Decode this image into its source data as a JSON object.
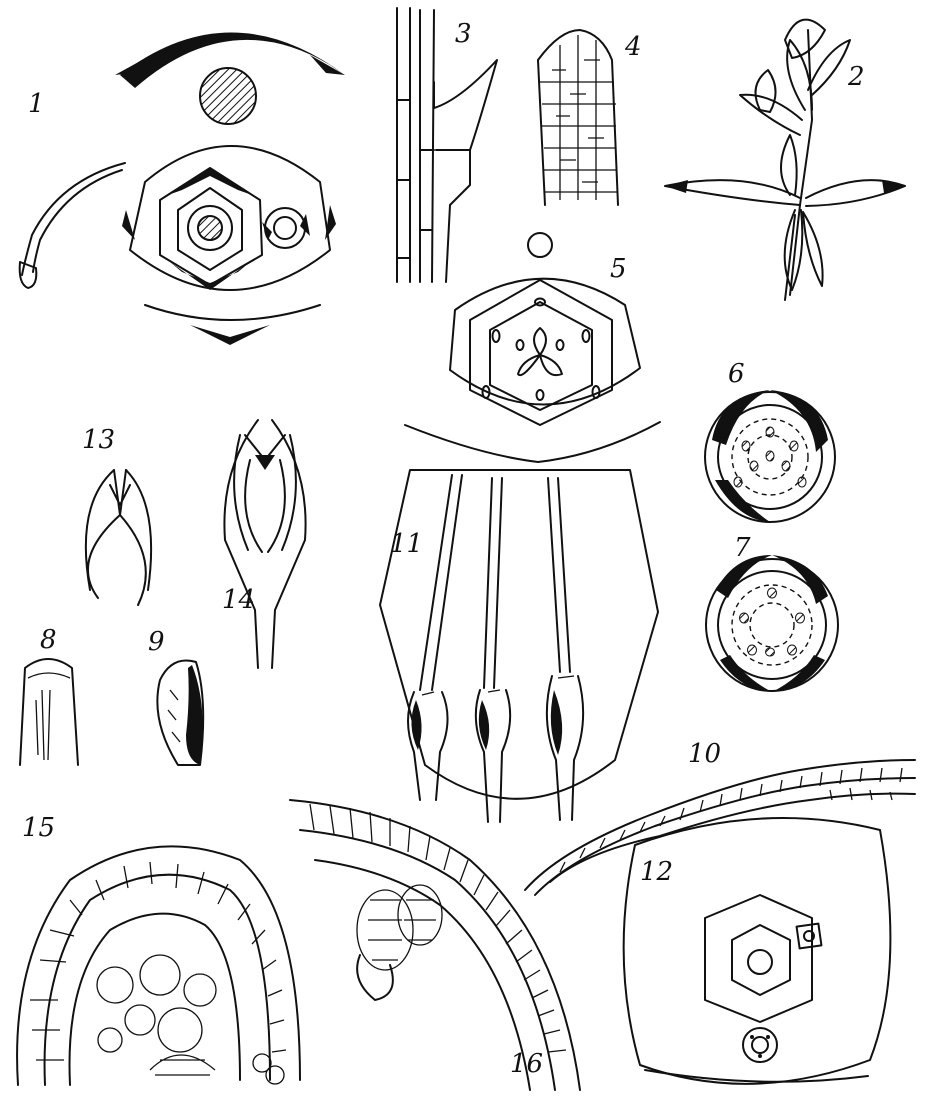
{
  "plate": {
    "background": "#ffffff",
    "ink": "#111111",
    "figure_numbers": [
      "1",
      "2",
      "3",
      "4",
      "5",
      "6",
      "7",
      "8",
      "9",
      "10",
      "11",
      "12",
      "13",
      "14",
      "15",
      "16"
    ]
  }
}
